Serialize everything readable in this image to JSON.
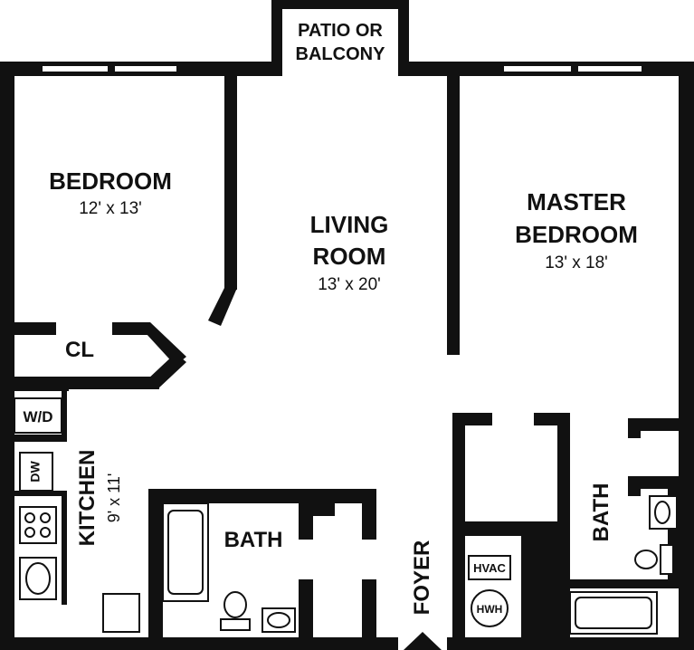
{
  "colors": {
    "wall": "#111111",
    "background": "#ffffff",
    "fixture": "#ffffff"
  },
  "rooms": {
    "patio": {
      "line1": "PATIO OR",
      "line2": "BALCONY"
    },
    "bedroom": {
      "name": "BEDROOM",
      "dims": "12' x 13'"
    },
    "living": {
      "line1": "LIVING",
      "line2": "ROOM",
      "dims": "13' x 20'"
    },
    "master": {
      "line1": "MASTER",
      "line2": "BEDROOM",
      "dims": "13' x 18'"
    },
    "closet": {
      "name": "CL"
    },
    "washer_dryer": {
      "name": "W/D"
    },
    "dishwasher": {
      "name": "DW"
    },
    "kitchen": {
      "name": "KITCHEN",
      "dims": "9' x 11'"
    },
    "bath_hall": {
      "name": "BATH"
    },
    "bath_master": {
      "name": "BATH"
    },
    "foyer": {
      "name": "FOYER"
    },
    "hvac": {
      "name": "HVAC"
    },
    "hwh": {
      "name": "HWH"
    }
  },
  "icons": [
    "range-icon",
    "sink-icon",
    "bathtub-icon",
    "toilet-icon",
    "vanity-sink-icon",
    "window-icon",
    "entry-door-icon"
  ]
}
